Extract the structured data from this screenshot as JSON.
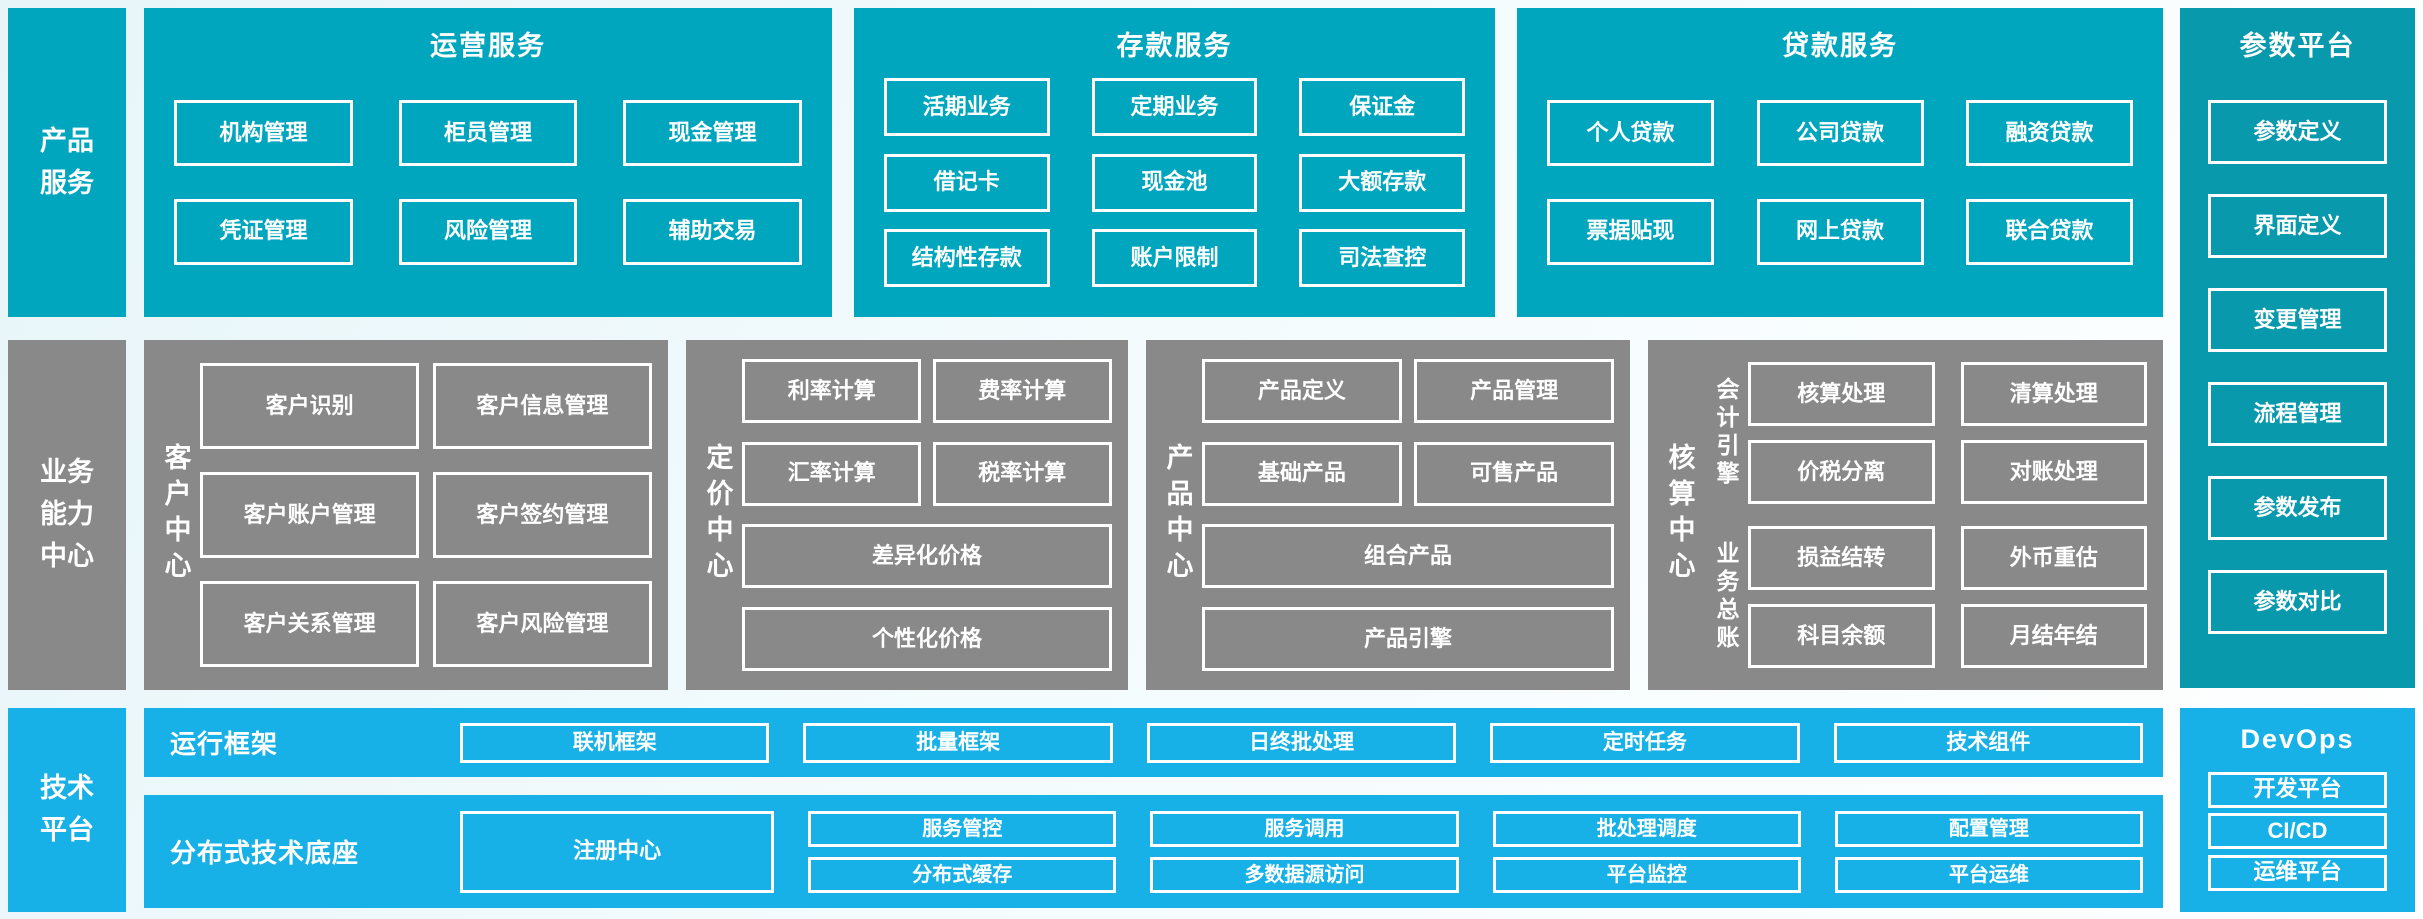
{
  "colors": {
    "teal": "#00a6be",
    "teal_dark": "#0999ac",
    "gray": "#898989",
    "bright_blue": "#17b1e7",
    "box_border": "#ffffff",
    "background": "#eef8fb"
  },
  "product_row": {
    "sidebar": "产品\n服务",
    "panels": [
      {
        "title": "运营服务",
        "rows": [
          [
            "机构管理",
            "柜员管理",
            "现金管理"
          ],
          [
            "凭证管理",
            "风险管理",
            "辅助交易"
          ]
        ]
      },
      {
        "title": "存款服务",
        "rows": [
          [
            "活期业务",
            "定期业务",
            "保证金"
          ],
          [
            "借记卡",
            "现金池",
            "大额存款"
          ],
          [
            "结构性存款",
            "账户限制",
            "司法查控"
          ]
        ]
      },
      {
        "title": "贷款服务",
        "rows": [
          [
            "个人贷款",
            "公司贷款",
            "融资贷款"
          ],
          [
            "票据贴现",
            "网上贷款",
            "联合贷款"
          ]
        ]
      }
    ]
  },
  "business_row": {
    "sidebar": "业务\n能力\n中心",
    "customer": {
      "label": "客户中心",
      "rows": [
        [
          "客户识别",
          "客户信息管理"
        ],
        [
          "客户账户管理",
          "客户签约管理"
        ],
        [
          "客户关系管理",
          "客户风险管理"
        ]
      ]
    },
    "pricing": {
      "label": "定价中心",
      "pair_rows": [
        [
          "利率计算",
          "费率计算"
        ],
        [
          "汇率计算",
          "税率计算"
        ]
      ],
      "wide_rows": [
        "差异化价格",
        "个性化价格"
      ]
    },
    "product": {
      "label": "产品中心",
      "pair_rows": [
        [
          "产品定义",
          "产品管理"
        ],
        [
          "基础产品",
          "可售产品"
        ]
      ],
      "wide_rows": [
        "组合产品",
        "产品引擎"
      ]
    },
    "accounting": {
      "label": "核算中心",
      "groups": [
        {
          "label": "会计引擎",
          "rows": [
            [
              "核算处理",
              "清算处理"
            ],
            [
              "价税分离",
              "对账处理"
            ]
          ]
        },
        {
          "label": "业务总账",
          "rows": [
            [
              "损益结转",
              "外币重估"
            ],
            [
              "科目余额",
              "月结年结"
            ]
          ]
        }
      ]
    }
  },
  "tech_row": {
    "sidebar": "技术\n平台",
    "runtime": {
      "label": "运行框架",
      "boxes": [
        "联机框架",
        "批量框架",
        "日终批处理",
        "定时任务",
        "技术组件"
      ]
    },
    "distributed": {
      "label": "分布式技术底座",
      "registry": "注册中心",
      "grid": [
        [
          "服务管控",
          "服务调用",
          "批处理调度",
          "配置管理"
        ],
        [
          "分布式缓存",
          "多数据源访问",
          "平台监控",
          "平台运维"
        ]
      ]
    }
  },
  "right_column": {
    "parameter": {
      "title": "参数平台",
      "boxes": [
        "参数定义",
        "界面定义",
        "变更管理",
        "流程管理",
        "参数发布",
        "参数对比"
      ]
    },
    "devops": {
      "title": "DevOps",
      "boxes": [
        "开发平台",
        "CI/CD",
        "运维平台"
      ]
    }
  }
}
